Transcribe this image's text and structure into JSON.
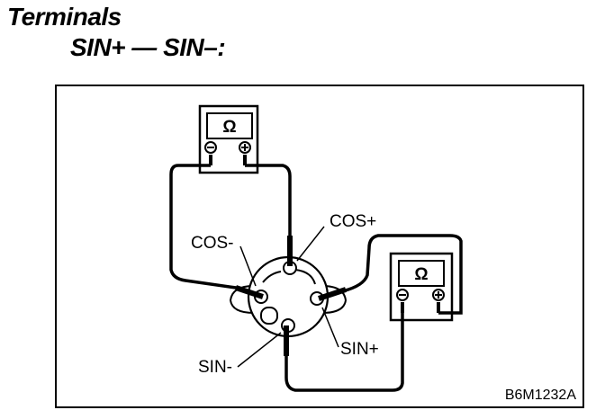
{
  "header": {
    "title": "Terminals",
    "subtitle": "SIN+ — SIN–:"
  },
  "diagram": {
    "labels": {
      "cos_plus": "COS+",
      "cos_minus": "COS-",
      "sin_plus": "SIN+",
      "sin_minus": "SIN-"
    },
    "meter_symbol": "Ω",
    "figure_code": "B6M1232A"
  }
}
